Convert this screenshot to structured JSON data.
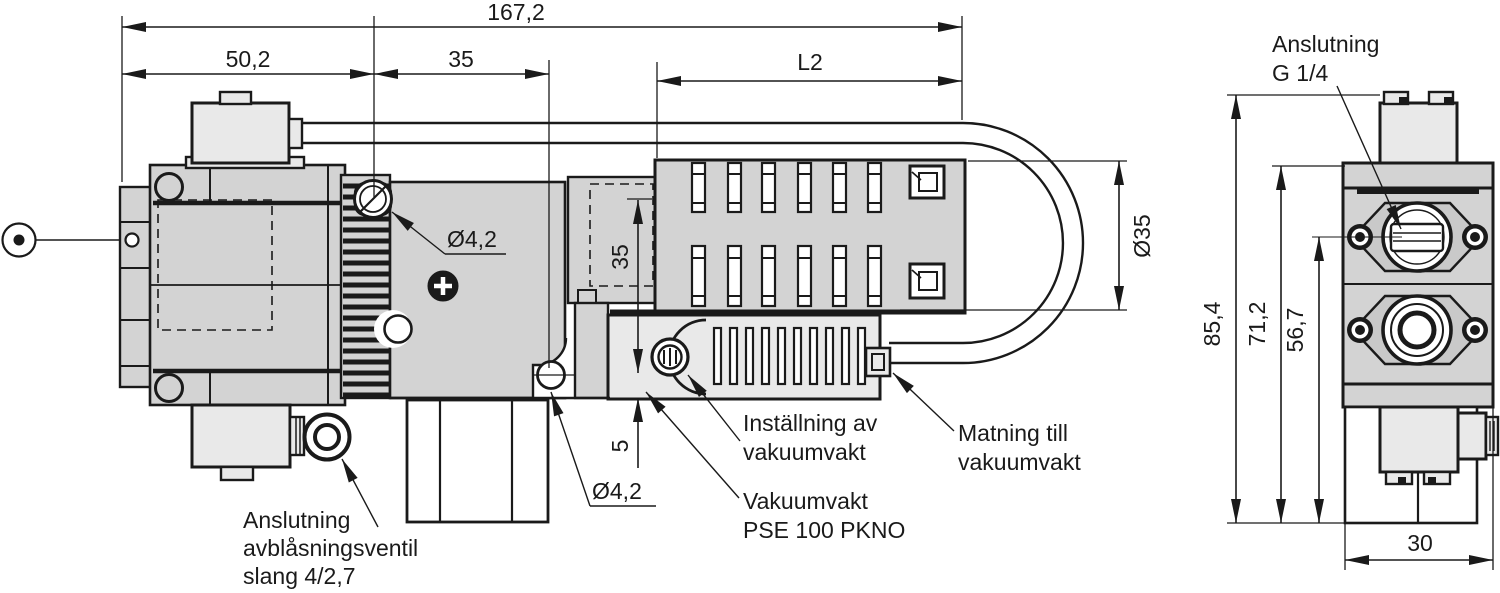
{
  "dims": {
    "overall": "167,2",
    "left": "50,2",
    "mid": "35",
    "l2": "L2",
    "silencer_dia": "Ø35",
    "hole_top": "Ø4,2",
    "hole_bottom": "Ø4,2",
    "hole_spacing": "35",
    "base_offset": "5",
    "height_total": "85,4",
    "height_upper": "71,2",
    "height_port": "56,7",
    "width": "30"
  },
  "labels": {
    "g14_1": "Anslutning",
    "g14_2": "G 1/4",
    "install_1": "Inställning av",
    "install_2": "vakuumvakt",
    "switch_1": "Vakuumvakt",
    "switch_2": "PSE 100 PKNO",
    "supply_1": "Matning till",
    "supply_2": "vakuumvakt",
    "blowoff_1": "Anslutning",
    "blowoff_2": "avblåsningsventil",
    "blowoff_3": "slang 4/2,7"
  },
  "colors": {
    "line": "#1a1a1a",
    "main": "#d3d3d3",
    "light": "#e9e9e9",
    "hex": "#c9c9c9",
    "bg": "#ffffff"
  }
}
